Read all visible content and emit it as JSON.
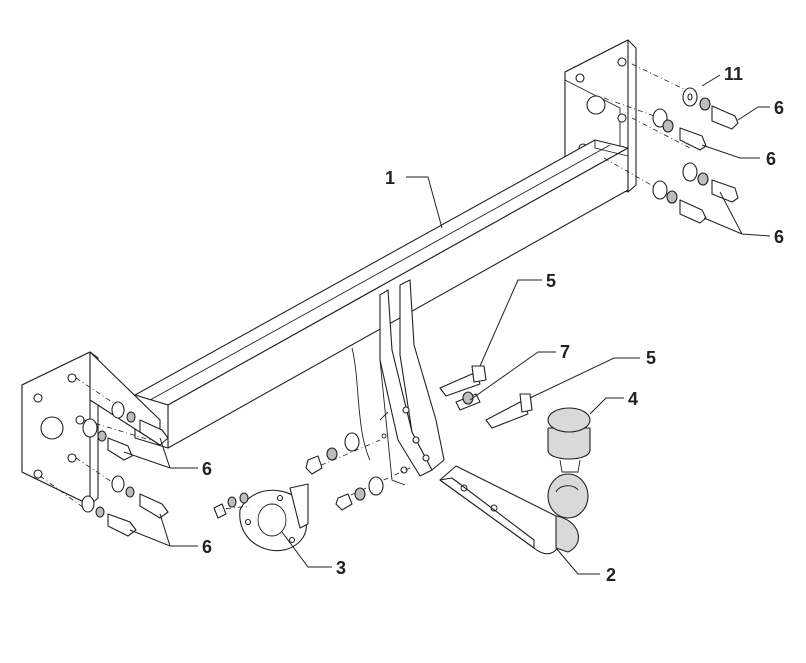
{
  "diagram": {
    "callouts": [
      {
        "id": "c1",
        "label": "1"
      },
      {
        "id": "c2",
        "label": "2"
      },
      {
        "id": "c3",
        "label": "3"
      },
      {
        "id": "c4",
        "label": "4"
      },
      {
        "id": "c5a",
        "label": "5"
      },
      {
        "id": "c5b",
        "label": "5"
      },
      {
        "id": "c6a",
        "label": "6"
      },
      {
        "id": "c6b",
        "label": "6"
      },
      {
        "id": "c6c",
        "label": "6"
      },
      {
        "id": "c6d",
        "label": "6"
      },
      {
        "id": "c7",
        "label": "7"
      },
      {
        "id": "c11",
        "label": "11"
      }
    ]
  }
}
